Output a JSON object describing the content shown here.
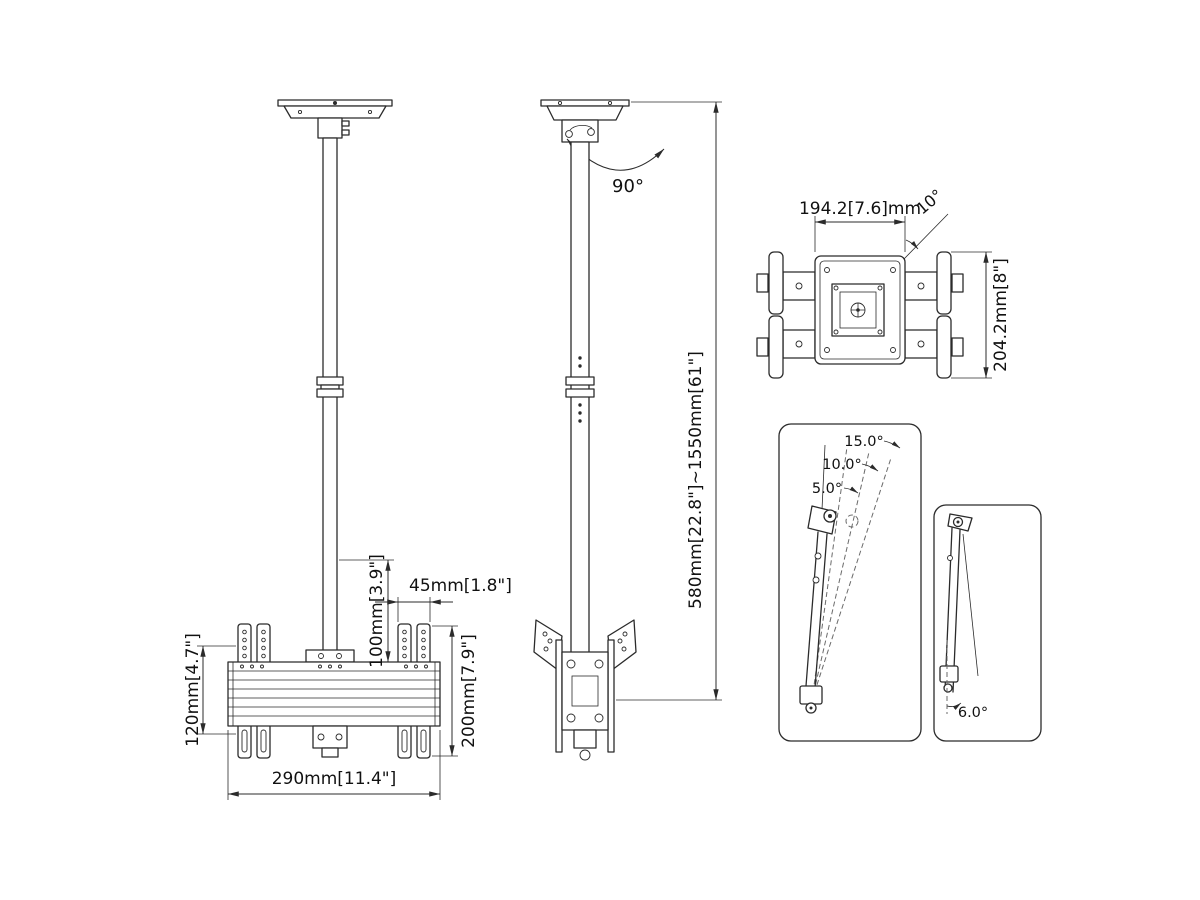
{
  "front_view": {
    "dim_100": "100mm[3.9\"]",
    "dim_45": "45mm[1.8\"]",
    "dim_120": "120mm[4.7\"]",
    "dim_200": "200mm[7.9\"]",
    "dim_290": "290mm[11.4\"]"
  },
  "side_view": {
    "swivel_angle": "90°",
    "dim_height_range": "580mm[22.8\"]~1550mm[61\"]"
  },
  "top_view": {
    "dim_width": "194.2[7.6]mm",
    "swivel_angle": "10°",
    "dim_depth": "204.2mm[8\"]"
  },
  "tilt_view": {
    "angle_15": "15.0°",
    "angle_10": "10.0°",
    "angle_5": "5.0°",
    "angle_down": "6.0°"
  },
  "colors": {
    "line": "#2b2b2b",
    "background": "#ffffff"
  }
}
